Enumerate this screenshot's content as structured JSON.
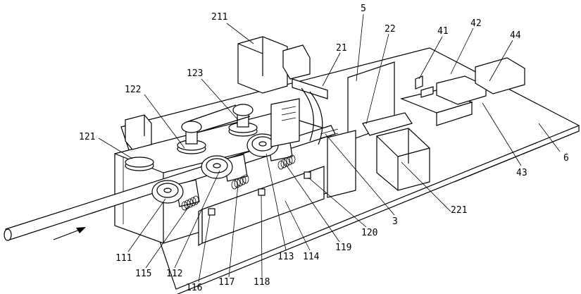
{
  "labels": {
    "l211": "211",
    "l21": "21",
    "l5": "5",
    "l22": "22",
    "l41": "41",
    "l42": "42",
    "l44": "44",
    "l123": "123",
    "l122": "122",
    "l121": "121",
    "l6": "6",
    "l43": "43",
    "l3": "3",
    "l221": "221",
    "l120": "120",
    "l119": "119",
    "l111": "111",
    "l115": "115",
    "l112": "112",
    "l116": "116",
    "l117": "117",
    "l118": "118",
    "l113": "113",
    "l114": "114"
  }
}
